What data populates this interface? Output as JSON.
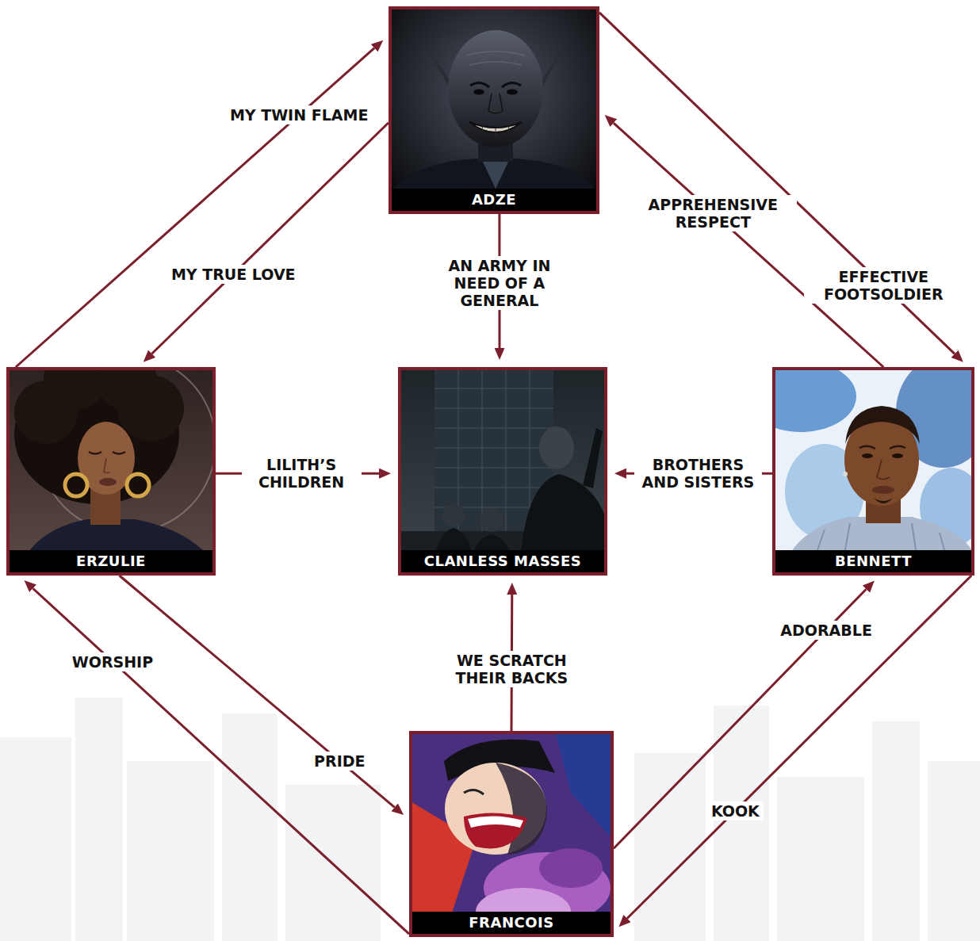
{
  "diagram": {
    "nodes": [
      {
        "text": [
          "ADZE"
        ]
      },
      {
        "text": [
          "ERZULIE"
        ]
      },
      {
        "text": [
          "CLANLESS MASSES"
        ]
      },
      {
        "text": [
          "BENNETT"
        ]
      },
      {
        "text": [
          "FRANCOIS"
        ]
      }
    ],
    "edges": [
      {
        "from": 1,
        "to": 0,
        "arrow": "to",
        "label": "MY TWIN FLAME"
      },
      {
        "from": 0,
        "to": 1,
        "arrow": "to",
        "label": "MY TRUE LOVE"
      },
      {
        "from": 0,
        "to": 2,
        "arrow": "to",
        "label": "AN ARMY IN NEED OF A GENERAL"
      },
      {
        "from": 3,
        "to": 0,
        "arrow": "to",
        "label": "APPREHENSIVE RESPECT"
      },
      {
        "from": 0,
        "to": 3,
        "arrow": "to",
        "label": "EFFECTIVE FOOTSOLDIER"
      },
      {
        "from": 1,
        "to": 2,
        "arrow": "to",
        "label": "LILITH’S CHILDREN"
      },
      {
        "from": 3,
        "to": 2,
        "arrow": "to",
        "label": "BROTHERS AND SISTERS"
      },
      {
        "from": 4,
        "to": 2,
        "arrow": "to",
        "label": "WE SCRATCH THEIR BACKS"
      },
      {
        "from": 4,
        "to": 1,
        "arrow": "to",
        "label": "WORSHIP"
      },
      {
        "from": 1,
        "to": 4,
        "arrow": "to",
        "label": "PRIDE"
      },
      {
        "from": 4,
        "to": 3,
        "arrow": "to",
        "label": "ADORABLE"
      },
      {
        "from": 3,
        "to": 4,
        "arrow": "to",
        "label": "KOOK"
      }
    ]
  }
}
